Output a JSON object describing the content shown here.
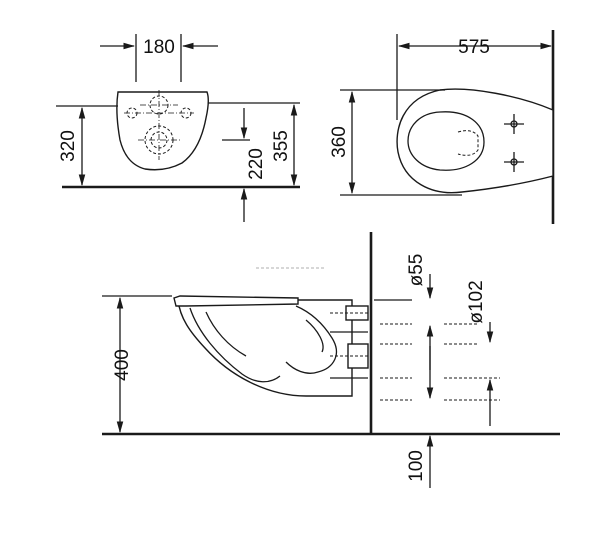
{
  "dimensions": {
    "top_width": "180",
    "length": "575",
    "height_320": "320",
    "height_220": "220",
    "height_355": "355",
    "width_360": "360",
    "height_400": "400",
    "dia_55": "ø55",
    "dia_102": "ø102",
    "floor_100": "100"
  }
}
